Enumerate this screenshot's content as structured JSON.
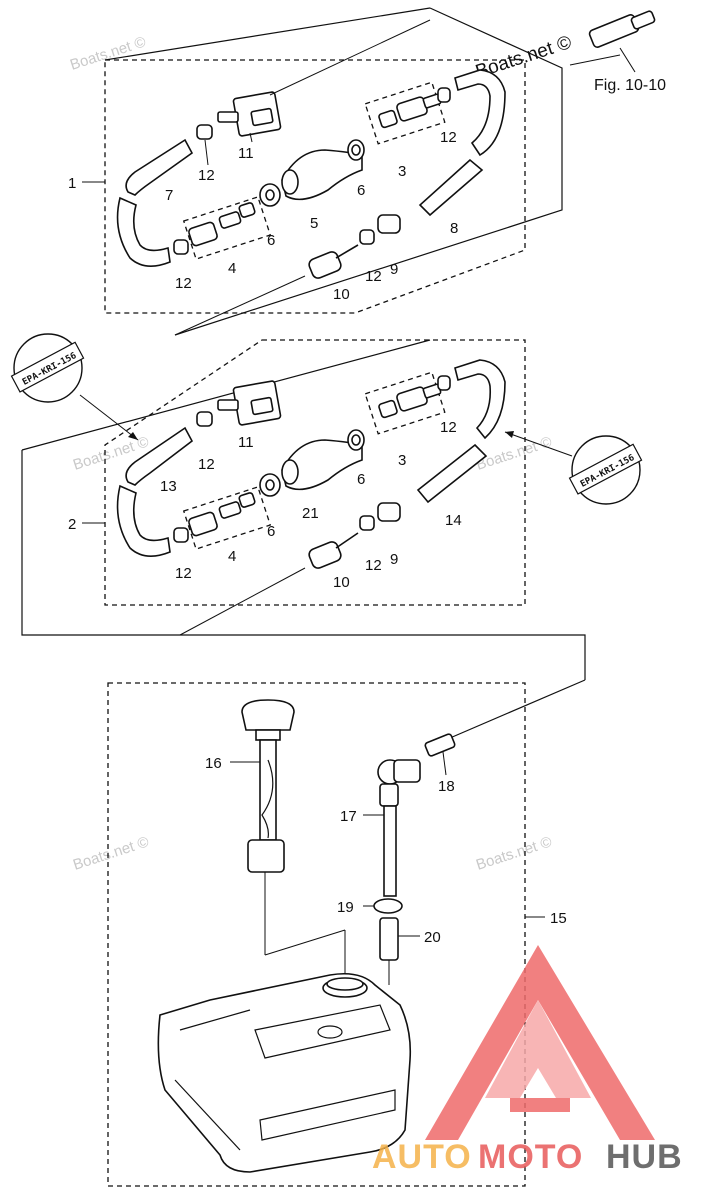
{
  "watermarks": {
    "main": "Boats.net ©",
    "faint": "Boats.net ©"
  },
  "figure_ref": "Fig. 10-10",
  "stamp_code": "EPA-KRI-156",
  "callouts": {
    "c1": "1",
    "c2": "2",
    "c3": "3",
    "c4": "4",
    "c5": "5",
    "c6": "6",
    "c7": "7",
    "c8": "8",
    "c9": "9",
    "c10": "10",
    "c11": "11",
    "c12": "12",
    "c13": "13",
    "c14": "14",
    "c15": "15",
    "c16": "16",
    "c17": "17",
    "c18": "18",
    "c19": "19",
    "c20": "20",
    "c21": "21"
  },
  "logo": {
    "word_a": "AUTO",
    "word_b": "MOTO",
    "word_c": "HUB",
    "colors": {
      "orange": "#f5b24a",
      "red": "#e85a5a",
      "dark": "#555555",
      "triangle": "#ef6b6b"
    }
  }
}
